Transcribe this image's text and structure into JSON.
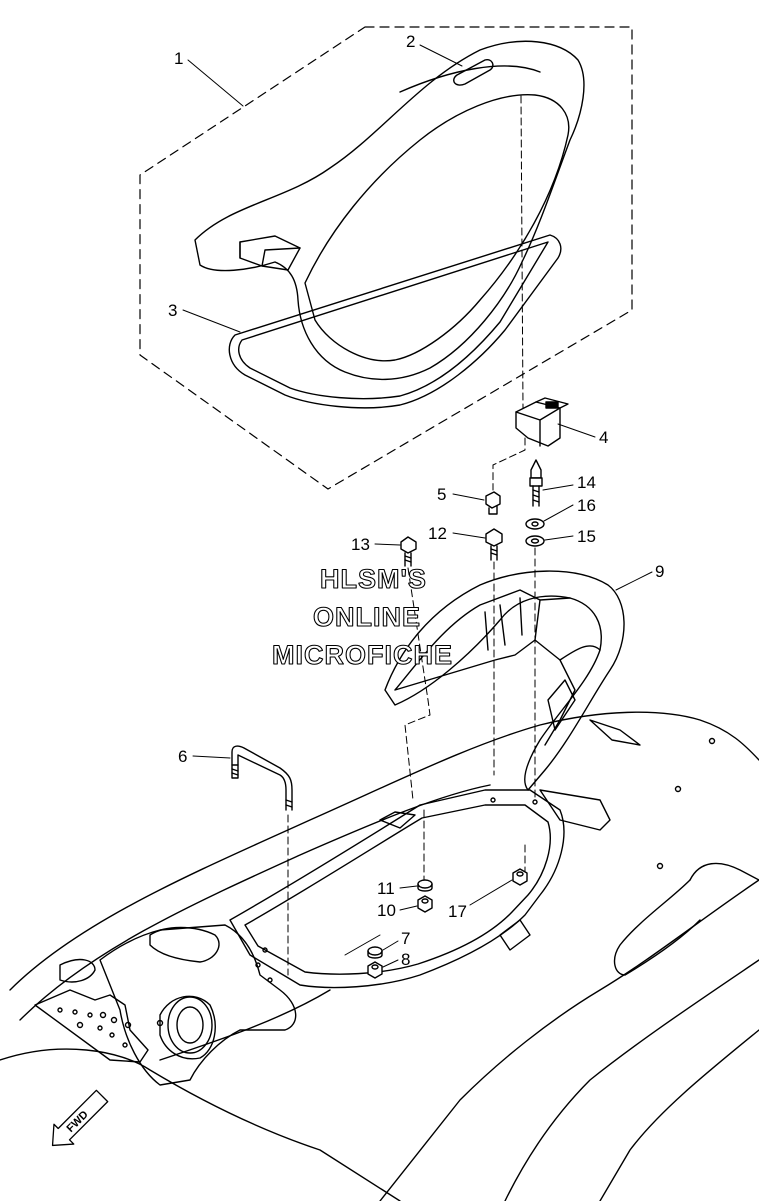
{
  "callouts": {
    "c1": "1",
    "c2": "2",
    "c3": "3",
    "c4": "4",
    "c5": "5",
    "c6": "6",
    "c7": "7",
    "c8": "8",
    "c9": "9",
    "c10": "10",
    "c11": "11",
    "c12": "12",
    "c13": "13",
    "c14": "14",
    "c15": "15",
    "c16": "16",
    "c17": "17"
  },
  "watermark": {
    "line1": "HLSM'S",
    "line2": "ONLINE",
    "line3": "MICROFICHE"
  },
  "direction_marker": {
    "label": "FWD",
    "icon": "arrow-icon"
  }
}
